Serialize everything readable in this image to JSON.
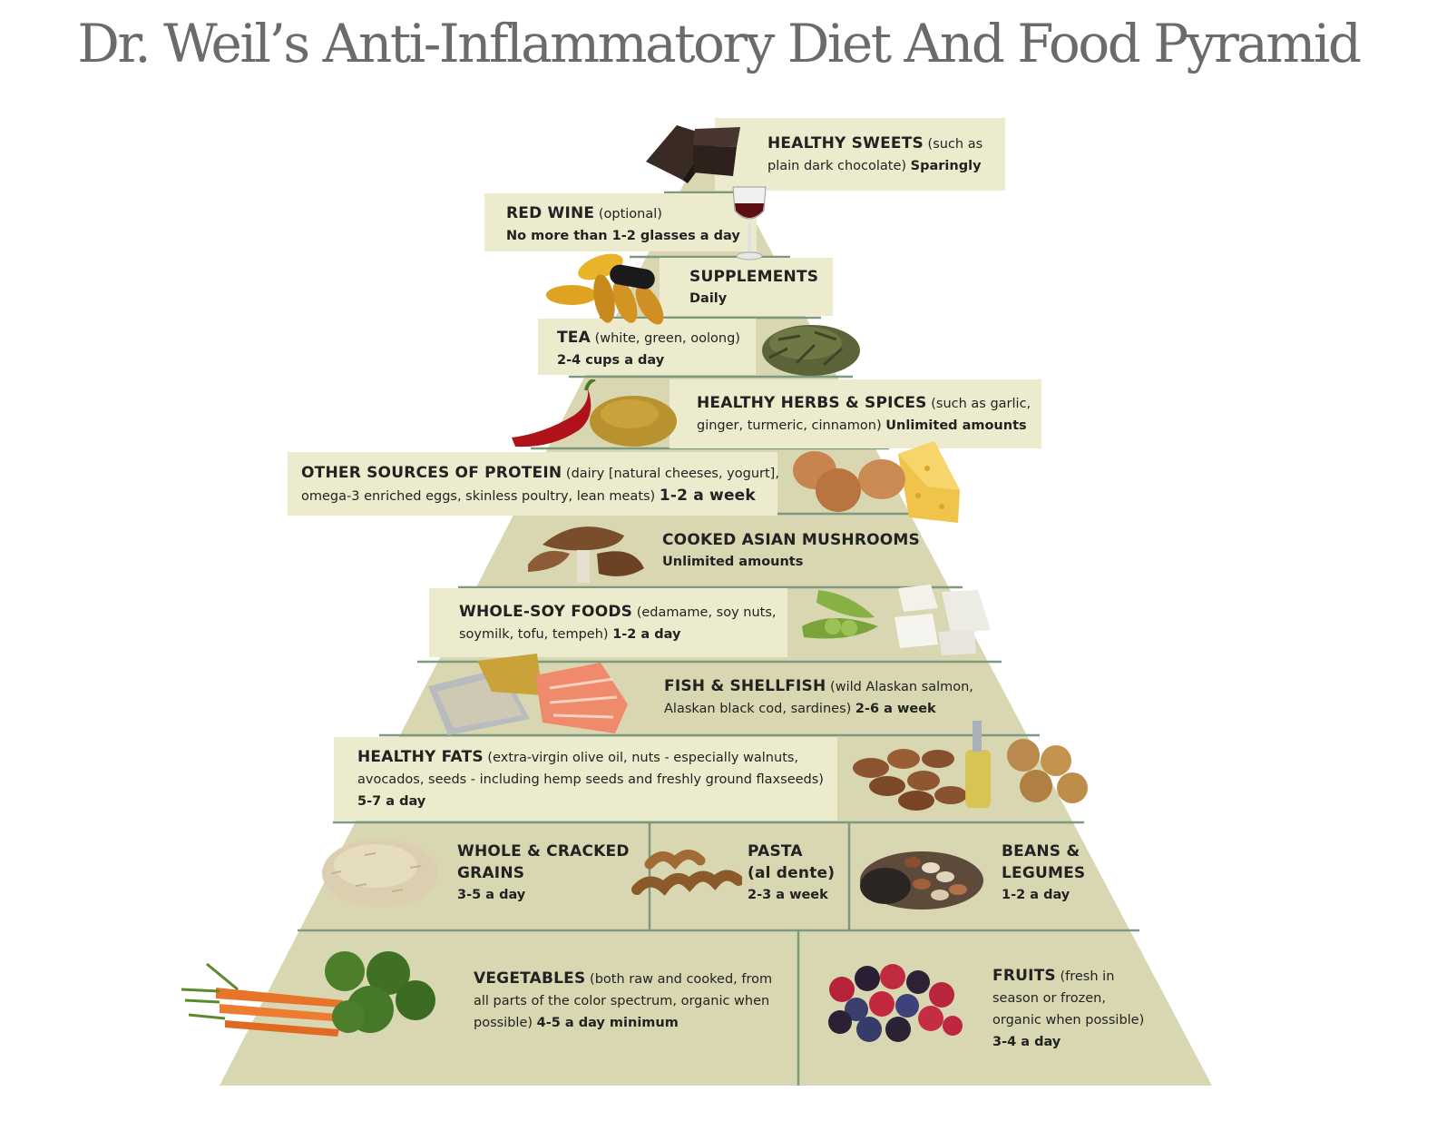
{
  "title": "Dr. Weil’s Anti-Inflammatory Diet And Food Pyramid",
  "colors": {
    "pyramid_fill": "#d8d7b2",
    "label_box": "#ecebcd",
    "divider": "#7e9a7e",
    "title_text": "#6b6b6b"
  },
  "tiers": {
    "sweets": {
      "heading": "HEALTHY SWEETS",
      "detail": "(such as",
      "detail2": "plain dark chocolate)",
      "amount": "Sparingly",
      "icon": "chocolate-icon"
    },
    "wine": {
      "heading": "RED WINE",
      "detail": "(optional)",
      "amount": "No more than 1-2 glasses a day",
      "icon": "wine-glass-icon"
    },
    "supplements": {
      "heading": "SUPPLEMENTS",
      "amount": "Daily",
      "icon": "capsules-icon"
    },
    "tea": {
      "heading": "TEA",
      "detail": "(white, green, oolong)",
      "amount": "2-4 cups a day",
      "icon": "tea-leaves-icon"
    },
    "herbs": {
      "heading": "HEALTHY HERBS & SPICES",
      "detail": "(such as garlic,",
      "detail2": "ginger, turmeric, cinnamon)",
      "amount": "Unlimited amounts",
      "icon": "chili-spice-icon"
    },
    "protein": {
      "heading": "OTHER SOURCES OF PROTEIN",
      "detail": "(dairy [natural cheeses, yogurt],",
      "detail2": "omega-3 enriched eggs, skinless poultry, lean meats)",
      "amount": "1-2 a week",
      "icon": "eggs-cheese-icon"
    },
    "mushrooms": {
      "heading": "COOKED ASIAN MUSHROOMS",
      "amount": "Unlimited amounts",
      "icon": "mushroom-icon"
    },
    "soy": {
      "heading": "WHOLE-SOY FOODS",
      "detail": "(edamame, soy nuts,",
      "detail2": "soymilk, tofu, tempeh)",
      "amount": "1-2 a day",
      "icon": "edamame-tofu-icon"
    },
    "fish": {
      "heading": "FISH & SHELLFISH",
      "detail": "(wild Alaskan salmon,",
      "detail2": "Alaskan black cod, sardines)",
      "amount": "2-6 a week",
      "icon": "salmon-sardines-icon"
    },
    "fats": {
      "heading": "HEALTHY FATS",
      "detail": "(extra-virgin olive oil, nuts - especially walnuts,",
      "detail2": "avocados, seeds - including hemp seeds and freshly ground flaxseeds)",
      "amount": "5-7 a day",
      "icon": "nuts-oil-icon"
    },
    "grains": {
      "heading": "WHOLE & CRACKED",
      "heading2": "GRAINS",
      "amount": "3-5 a day",
      "icon": "rice-icon"
    },
    "pasta": {
      "heading": "PASTA",
      "heading2": "(al dente)",
      "amount": "2-3 a week",
      "icon": "fusilli-icon"
    },
    "beans": {
      "heading": "BEANS &",
      "heading2": "LEGUMES",
      "amount": "1-2 a day",
      "icon": "beans-icon"
    },
    "vegetables": {
      "heading": "VEGETABLES",
      "detail": "(both raw and cooked, from",
      "detail2": "all parts of the color spectrum, organic when",
      "detail3": "possible)",
      "amount": "4-5 a day minimum",
      "icon": "carrots-broccoli-icon"
    },
    "fruits": {
      "heading": "FRUITS",
      "detail": "(fresh in",
      "detail2": "season or frozen,",
      "detail3": "organic when possible)",
      "amount": "3-4 a day",
      "icon": "berries-icon"
    }
  }
}
